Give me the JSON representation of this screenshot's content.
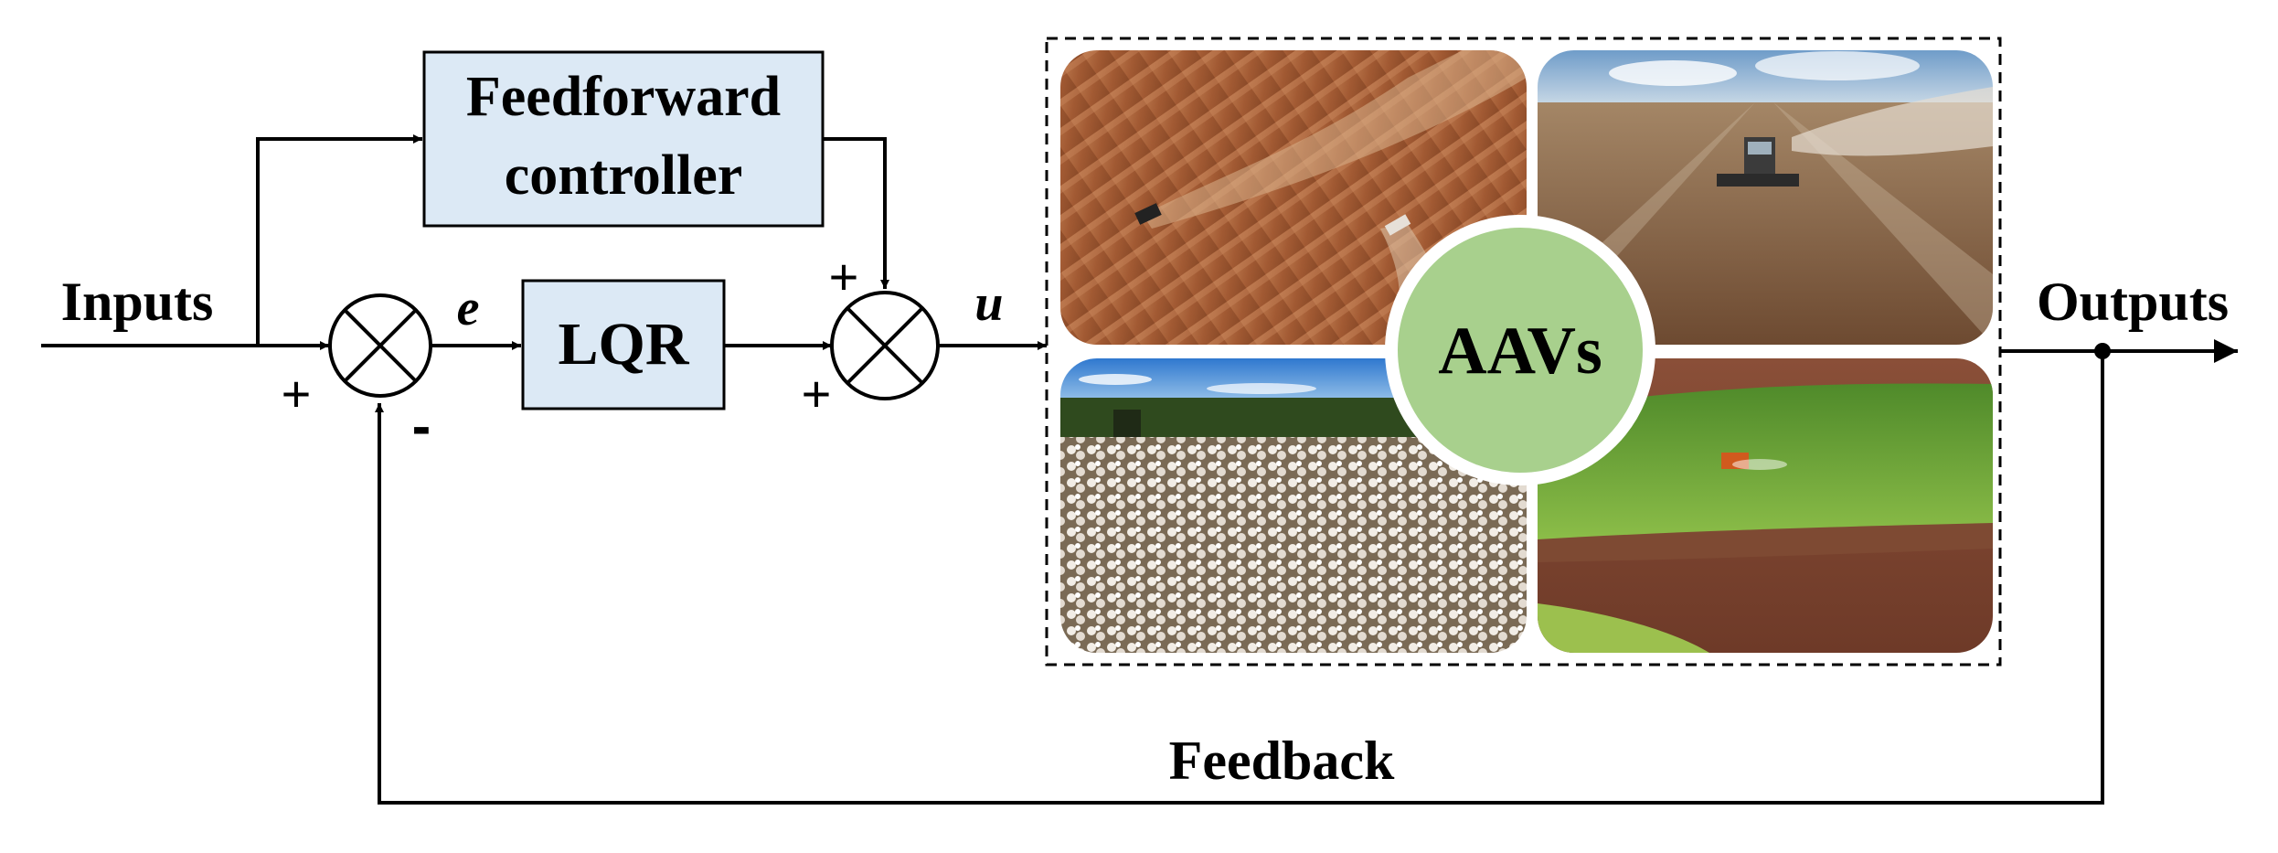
{
  "diagram": {
    "inputs_label": "Inputs",
    "outputs_label": "Outputs",
    "feedback_label": "Feedback",
    "feedforward_line1": "Feedforward",
    "feedforward_line2": "controller",
    "lqr_label": "LQR",
    "error_label": "e",
    "control_label": "u",
    "plant_label": "AAVs",
    "sum1_plus": "+",
    "sum1_minus": "-",
    "sum2_plus_top": "+",
    "sum2_plus_left": "+",
    "colors": {
      "block_fill": "#dce9f5",
      "plant_circle_fill": "#a8d08d",
      "line": "#000000"
    },
    "photos": [
      {
        "name": "aerial-tractors-field-photo"
      },
      {
        "name": "seeder-field-photo"
      },
      {
        "name": "cotton-field-photo"
      },
      {
        "name": "green-field-tractor-photo"
      }
    ]
  }
}
